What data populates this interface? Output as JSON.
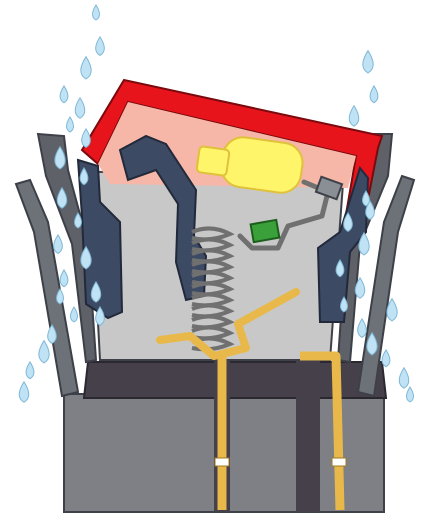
{
  "diagram": {
    "kind": "cutaway",
    "subject": "waterproof-rocker-switch",
    "colors": {
      "background": "#ffffff",
      "rocker_cap": "#e8141c",
      "rocker_inner": "#f6b7a8",
      "housing_light": "#c8c8c8",
      "housing_mid": "#6d7178",
      "housing_dark": "#3d4048",
      "base_body": "#7f8085",
      "base_plate": "#46404a",
      "seal_blue": "#3c4a64",
      "lamp": "#fff56b",
      "contact_green": "#3aa03a",
      "spring": "#707070",
      "terminals": "#e8b94a",
      "water": "#bfe3f5"
    },
    "drop_count": 38
  }
}
